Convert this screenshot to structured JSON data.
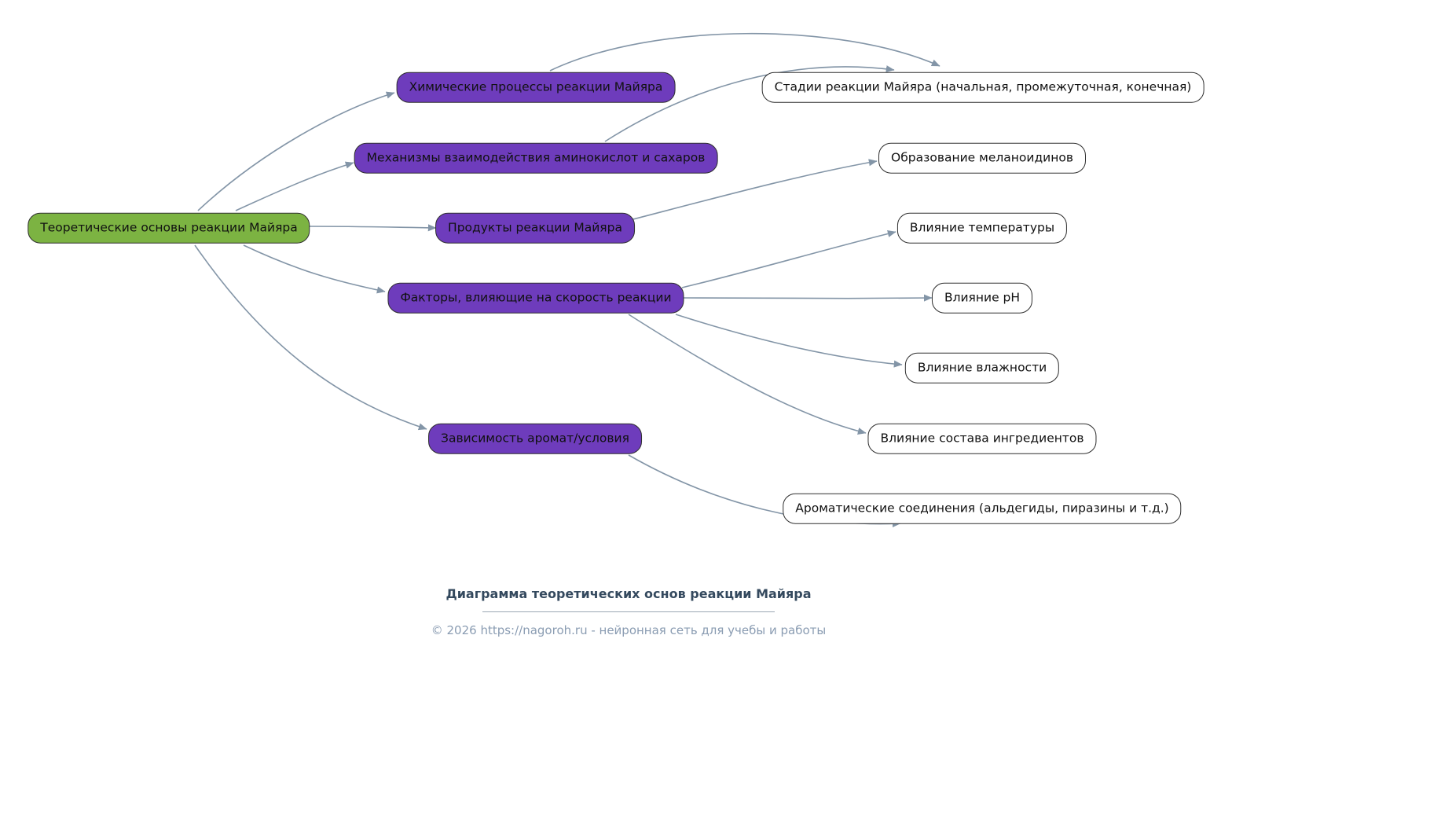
{
  "diagram": {
    "root": {
      "label": "Теоретические основы реакции Майяра"
    },
    "branches": [
      {
        "label": "Химические процессы реакции Майяра"
      },
      {
        "label": "Механизмы взаимодействия аминокислот и сахаров"
      },
      {
        "label": "Продукты реакции Майяра"
      },
      {
        "label": "Факторы, влияющие на скорость реакции"
      },
      {
        "label": "Зависимость аромат/условия"
      }
    ],
    "leaves": [
      {
        "label": "Стадии реакции Майяра (начальная, промежуточная, конечная)"
      },
      {
        "label": "Образование меланоидинов"
      },
      {
        "label": "Влияние температуры"
      },
      {
        "label": "Влияние pH"
      },
      {
        "label": "Влияние влажности"
      },
      {
        "label": "Влияние состава ингредиентов"
      },
      {
        "label": "Ароматические соединения (альдегиды, пиразины и т.д.)"
      }
    ]
  },
  "footer": {
    "title": "Диаграмма теоретических основ реакции Майяра",
    "copyright": "© 2026 https://nagoroh.ru - нейронная сеть для учебы и работы"
  },
  "colors": {
    "root_fill": "#7cb342",
    "branch_fill": "#6e3cbc",
    "leaf_fill": "#ffffff",
    "node_border": "#2f2f2f",
    "edge": "#8395a7",
    "footer_title": "#34495e",
    "footer_copyright": "#8a9cb2"
  }
}
